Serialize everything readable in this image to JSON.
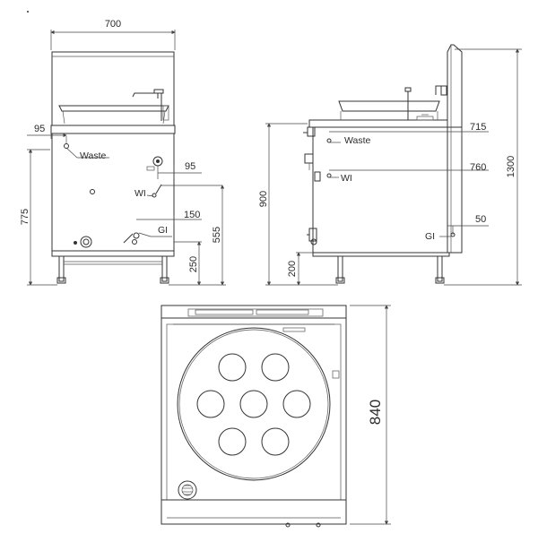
{
  "front_view": {
    "width_dim": "700",
    "waste_offset_dim": "95",
    "wi_offset_dim": "95",
    "gi_offset_dim": "150",
    "overall_height_dim": "775",
    "gi_height_dim": "555",
    "leg_height_dim": "250",
    "labels": {
      "waste": "Waste",
      "wi": "WI",
      "gi": "GI"
    }
  },
  "side_view": {
    "total_height_dim": "1300",
    "worktop_height_dim": "900",
    "leg_height_dim": "200",
    "waste_depth_dim": "715",
    "wi_depth_dim": "760",
    "gi_depth_dim": "50",
    "labels": {
      "waste": "Waste",
      "wi": "WI",
      "gi": "GI"
    }
  },
  "top_view": {
    "depth_dim": "840"
  }
}
